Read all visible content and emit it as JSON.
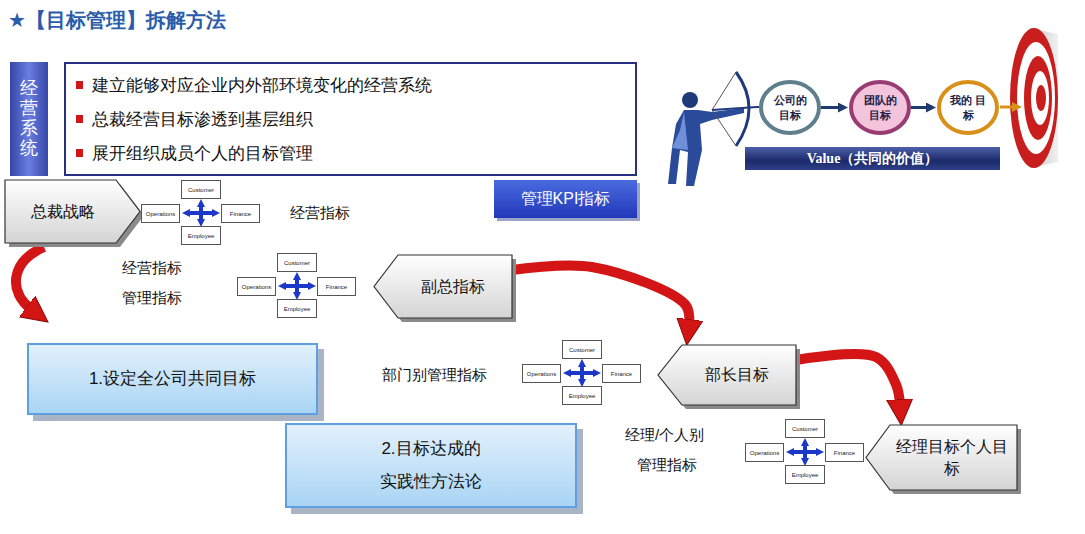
{
  "diagram": {
    "title": "★【目标管理】拆解方法",
    "nodes": [
      {
        "text": [
          "经营系统"
        ]
      },
      {
        "text": [
          "建立能够对应企业内外部环境变化的经营系统",
          "总裁经营目标渗透到基层组织",
          "展开组织成员个人的目标管理"
        ]
      },
      {
        "text": [
          "公司的 目标"
        ]
      },
      {
        "text": [
          "团队的 目标"
        ]
      },
      {
        "text": [
          "我的 目标"
        ]
      },
      {
        "text": [
          "Value（共同的价值）"
        ]
      },
      {
        "text": [
          "管理KPI指标"
        ]
      },
      {
        "text": [
          "总裁战略"
        ]
      },
      {
        "text": [
          "Customer"
        ]
      },
      {
        "text": [
          "Operations"
        ]
      },
      {
        "text": [
          "Finance"
        ]
      },
      {
        "text": [
          "Employee"
        ]
      },
      {
        "text": [
          "Customer"
        ]
      },
      {
        "text": [
          "Operations"
        ]
      },
      {
        "text": [
          "Finance"
        ]
      },
      {
        "text": [
          "Employee"
        ]
      },
      {
        "text": [
          "副总指标"
        ]
      },
      {
        "text": [
          "1.设定全公司共同目标"
        ]
      },
      {
        "text": [
          "Customer"
        ]
      },
      {
        "text": [
          "Operations"
        ]
      },
      {
        "text": [
          "Finance"
        ]
      },
      {
        "text": [
          "Employee"
        ]
      },
      {
        "text": [
          "部长目标"
        ]
      },
      {
        "text": [
          "2.目标达成的 实践性方法论"
        ]
      },
      {
        "text": [
          "Customer"
        ]
      },
      {
        "text": [
          "Operations"
        ]
      },
      {
        "text": [
          "Finance"
        ]
      },
      {
        "text": [
          "Employee"
        ]
      },
      {
        "text": [
          "经理目标个人目标"
        ]
      }
    ],
    "edges": [
      {
        "from": 2,
        "to": 3,
        "arrow": "to"
      },
      {
        "from": 3,
        "to": 4,
        "arrow": "to"
      },
      {
        "from": 16,
        "to": 22,
        "arrow": "to"
      },
      {
        "from": 22,
        "to": 28,
        "arrow": "to"
      }
    ],
    "labels": [
      "经营指标",
      "经营指标",
      "管理指标",
      "部门别管理指标",
      "经理/个人别",
      "管理指标"
    ]
  }
}
